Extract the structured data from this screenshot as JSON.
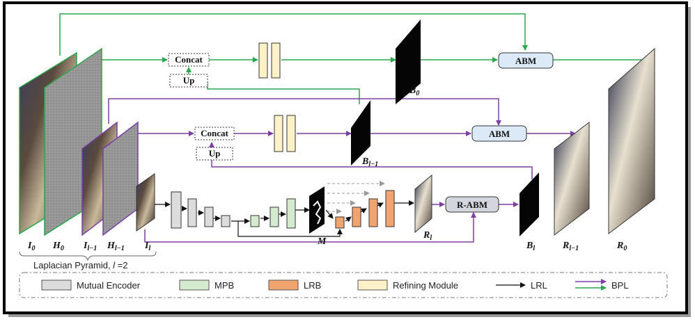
{
  "modules": {
    "concat_top": "Concat",
    "up_top": "Up",
    "concat_mid": "Concat",
    "up_mid": "Up",
    "abm_top": "ABM",
    "abm_mid": "ABM",
    "r_abm": "R-ABM"
  },
  "labels": {
    "i0": "I",
    "i0_sub": "0",
    "h0": "H",
    "h0_sub": "0",
    "il1": "I",
    "il1_sub": "l−1",
    "hl1": "H",
    "hl1_sub": "l−1",
    "il": "I",
    "il_sub": "l",
    "m": "M",
    "rl": "R",
    "rl_sub": "l",
    "bl": "B",
    "bl_sub": "l",
    "rl1": "R",
    "rl1_sub": "l−1",
    "r0": "R",
    "r0_sub": "0",
    "b0": "B",
    "b0_sub": "0",
    "bl1": "B",
    "bl1_sub": "l−1"
  },
  "pyramid_caption": "Laplacian Pyramid, ",
  "pyramid_caption_l": "l",
  "pyramid_caption_eq": " =2",
  "legend": [
    {
      "label": "Mutual Encoder",
      "color": "#dcdcdc"
    },
    {
      "label": "MPB",
      "color": "#d5ebd0"
    },
    {
      "label": "LRB",
      "color": "#f2a46e"
    },
    {
      "label": "Refining Module",
      "color": "#fdf1c8"
    },
    {
      "label": "LRL",
      "color": "#111111"
    },
    {
      "label": "BPL",
      "color": "#7b3fa6"
    }
  ],
  "colors": {
    "green": "#2aa64b",
    "purple": "#7b3fa6",
    "abm_fill": "#dceaf7"
  }
}
